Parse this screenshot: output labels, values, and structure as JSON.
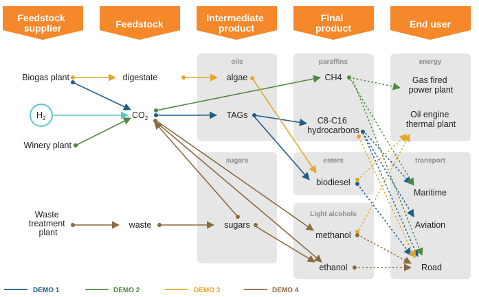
{
  "headers": [
    {
      "lines": [
        "Feedstock",
        "supplier"
      ]
    },
    {
      "lines": [
        "Feedstock"
      ]
    },
    {
      "lines": [
        "Intermediate",
        "product"
      ]
    },
    {
      "lines": [
        "Final",
        "product"
      ]
    },
    {
      "lines": [
        "End user"
      ]
    }
  ],
  "categories": {
    "oils": "oils",
    "sugars": "sugars",
    "paraffins": "paraffins",
    "esters": "esters",
    "light_alcohols": "Light alcohols",
    "energy": "energy",
    "transport": "transport"
  },
  "nodes": {
    "biogas_plant": "Biogas plant",
    "h2": "H",
    "h2_sub": "2",
    "winery_plant": "Winery plant",
    "waste_treatment_plant": [
      "Waste",
      "treatment",
      "plant"
    ],
    "digestate": "digestate",
    "co2": "CO",
    "co2_sub": "2",
    "waste": "waste",
    "algae": "algae",
    "tags": "TAGs",
    "sugars": "sugars",
    "ch4": "CH4",
    "c8c16": [
      "C8-C16",
      "hydrocarbons"
    ],
    "biodiesel": "biodiesel",
    "methanol": "methanol",
    "ethanol": "ethanol",
    "gas_power_plant": [
      "Gas fired",
      "power plant"
    ],
    "oil_engine_plant": [
      "Oil engine",
      "thermal plant"
    ],
    "maritime": "Maritime",
    "aviation": "Aviation",
    "road": "Road"
  },
  "legend": [
    {
      "label": "DEMO 1",
      "color": "#1f5e86"
    },
    {
      "label": "DEMO 2",
      "color": "#4d8a3d"
    },
    {
      "label": "DEMO 3",
      "color": "#e2a92a"
    },
    {
      "label": "DEMO 4",
      "color": "#8b6a3e"
    }
  ],
  "colors": {
    "header_orange": "#f5882a",
    "panel_gray": "#e6e6e6",
    "h2_cyan": "#5cc7c9"
  }
}
